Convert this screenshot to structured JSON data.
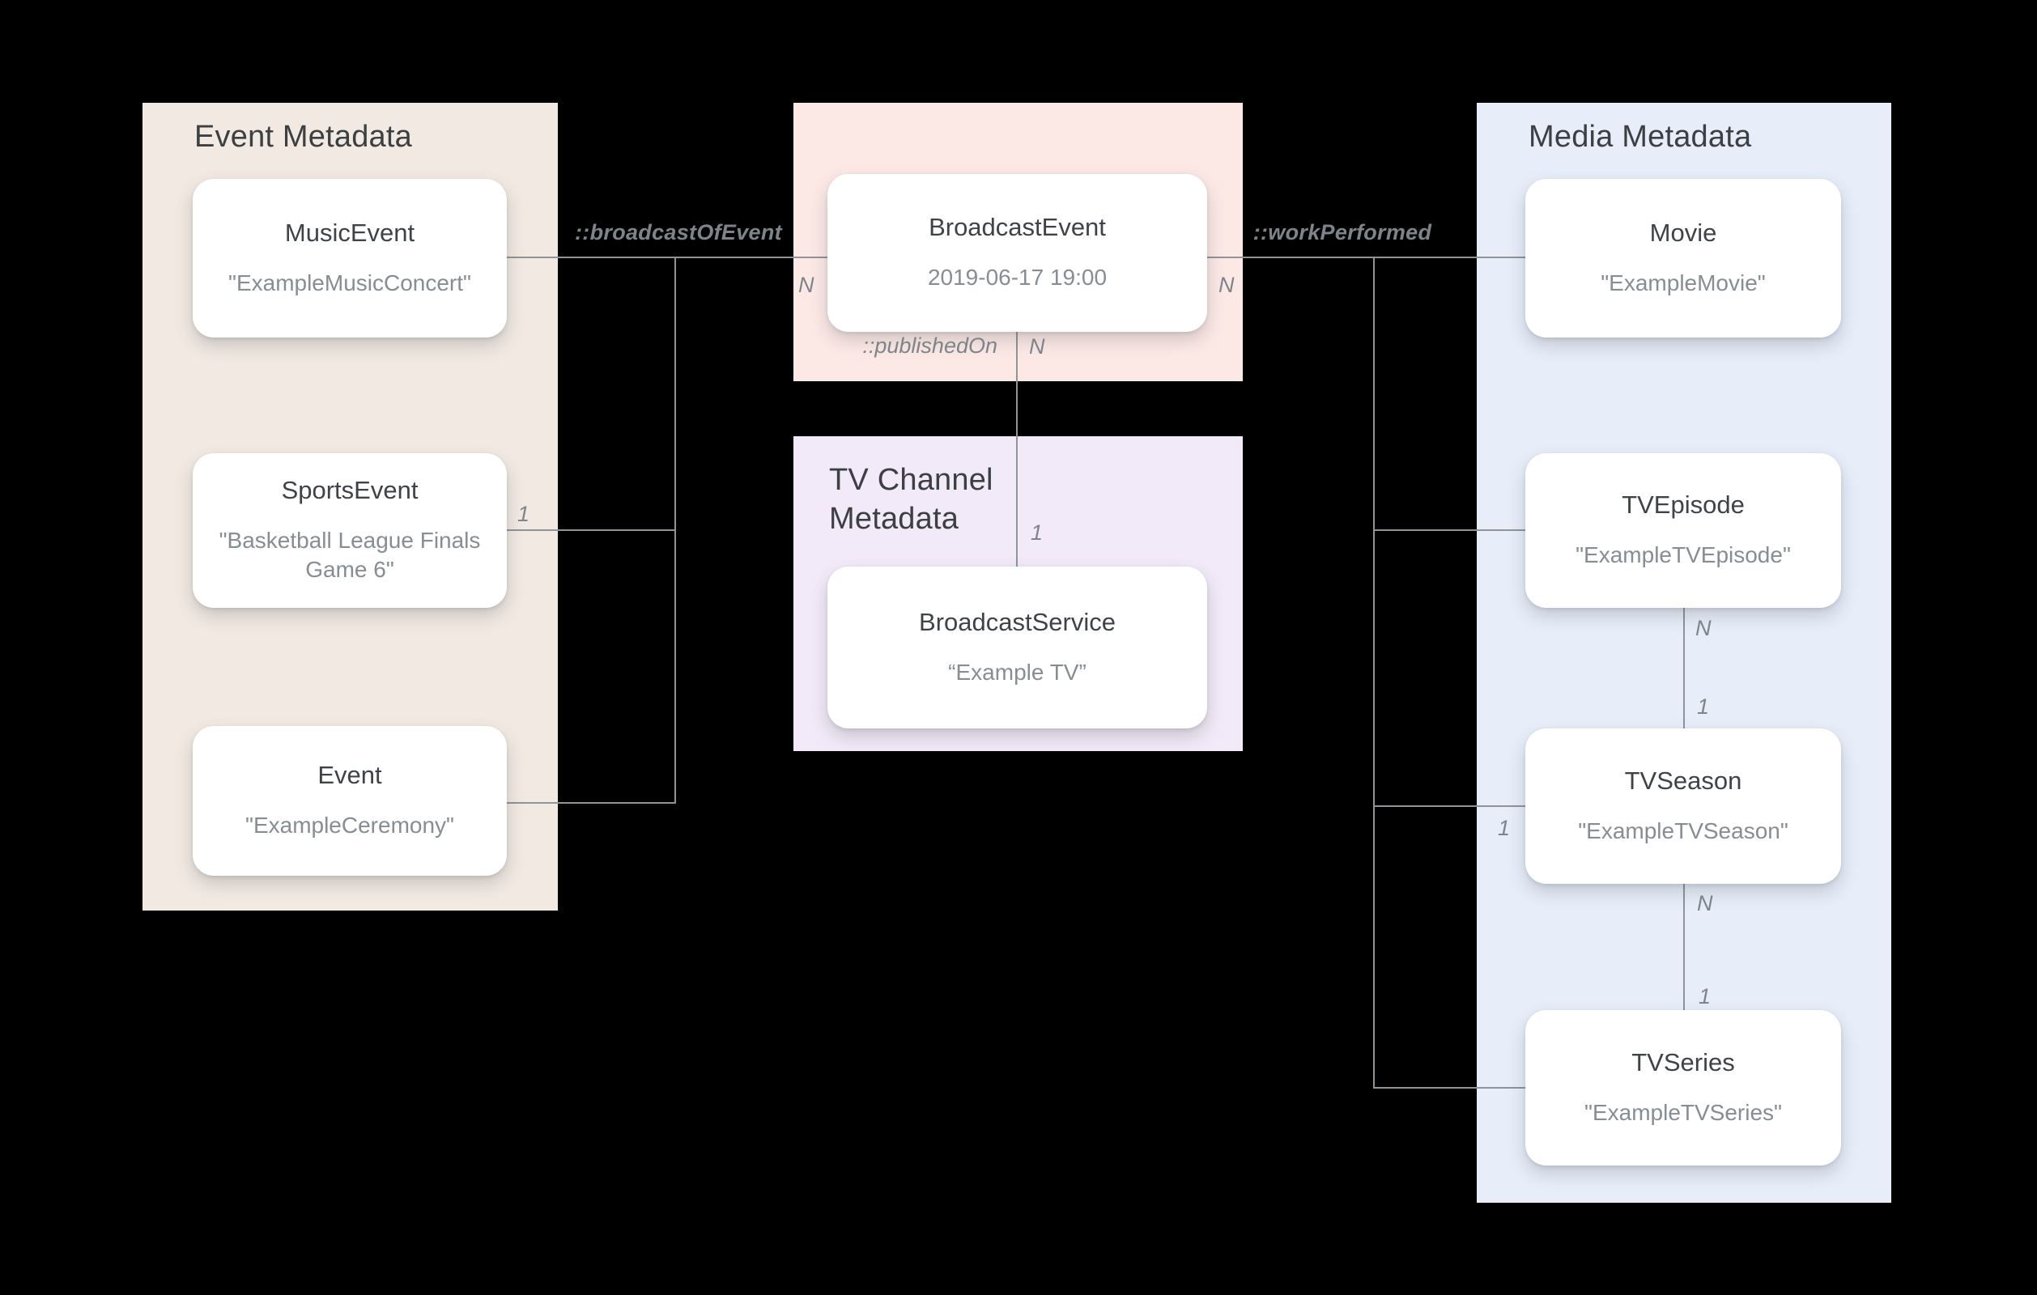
{
  "panels": {
    "event": {
      "title": "Event Metadata"
    },
    "tvchannel": {
      "title": "TV Channel Metadata"
    },
    "media": {
      "title": "Media Metadata"
    }
  },
  "cards": {
    "musicEvent": {
      "title": "MusicEvent",
      "value": "\"ExampleMusicConcert\""
    },
    "sportsEvent": {
      "title": "SportsEvent",
      "value": "\"Basketball League Finals Game 6\""
    },
    "event": {
      "title": "Event",
      "value": "\"ExampleCeremony\""
    },
    "broadcastEvent": {
      "title": "BroadcastEvent",
      "value": "2019-06-17 19:00"
    },
    "broadcastService": {
      "title": "BroadcastService",
      "value": "“Example TV”"
    },
    "movie": {
      "title": "Movie",
      "value": "\"ExampleMovie\""
    },
    "tvEpisode": {
      "title": "TVEpisode",
      "value": "\"ExampleTVEpisode\""
    },
    "tvSeason": {
      "title": "TVSeason",
      "value": "\"ExampleTVSeason\""
    },
    "tvSeries": {
      "title": "TVSeries",
      "value": "\"ExampleTVSeries\""
    }
  },
  "relations": {
    "broadcastOfEvent": "::broadcastOfEvent",
    "workPerformed": "::workPerformed",
    "publishedOn": "::publishedOn"
  },
  "cardinalities": {
    "broadcastOfEvent_n": "N",
    "workPerformed_n": "N",
    "publishedOn_n": "N",
    "publishedOn_1": "1",
    "sportsEvent_1": "1",
    "tvSeason_1": "1",
    "episodeSeason_n": "N",
    "episodeSeason_1": "1",
    "seasonSeries_n": "N",
    "seasonSeries_1": "1"
  },
  "colors": {
    "background": "#000000",
    "event_panel": "#F2E9E2",
    "broadcast_panel": "#FCE9E6",
    "tvchannel_panel": "#F2EAF8",
    "media_panel": "#E7EEFA",
    "card": "#FFFFFF",
    "connector": "#8F9499",
    "title_text": "#3C4043",
    "value_text": "#878D92",
    "label_text": "#7E8489"
  }
}
